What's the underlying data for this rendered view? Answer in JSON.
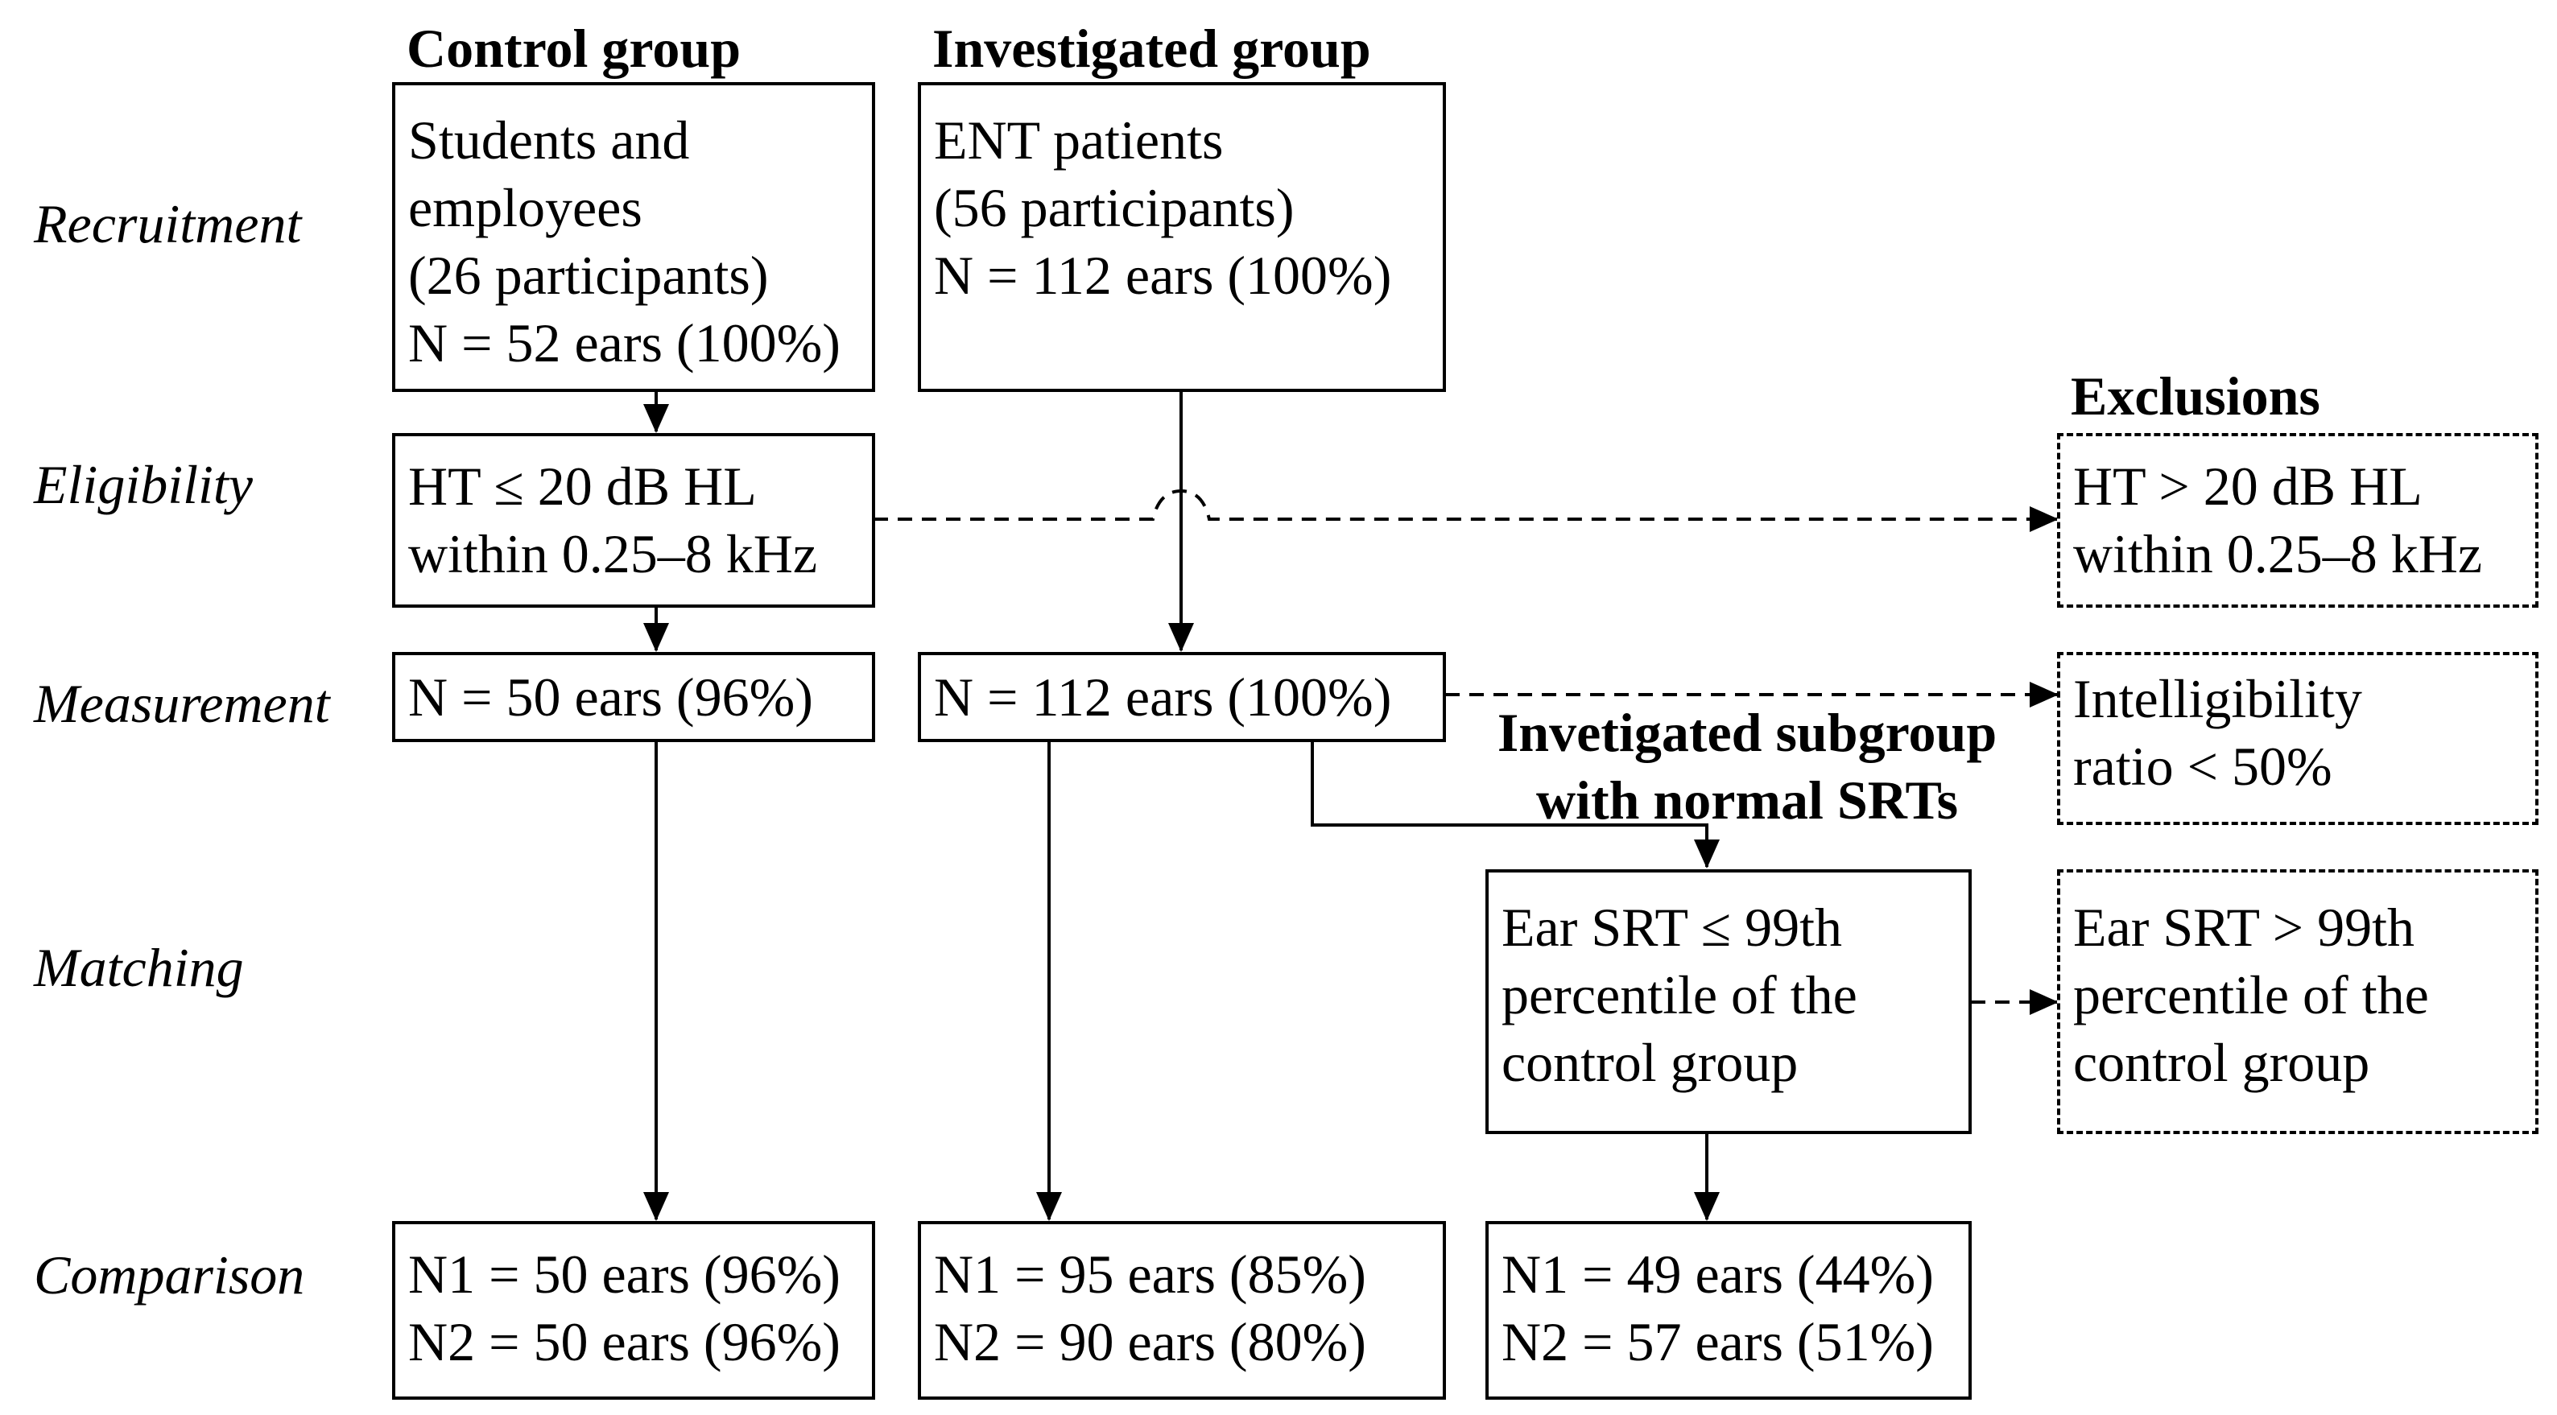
{
  "headers": {
    "control": "Control group",
    "investigated": "Investigated group",
    "exclusions": "Exclusions",
    "subgroup": [
      "Invetigated subgroup",
      "with normal SRTs"
    ]
  },
  "stages": {
    "recruitment": "Recruitment",
    "eligibility": "Eligibility",
    "measurement": "Measurement",
    "matching": "Matching",
    "comparison": "Comparison"
  },
  "boxes": {
    "control_recruitment": [
      "Students and",
      "employees",
      "(26 participants)",
      "N = 52 ears (100%)"
    ],
    "investigated_recruitment": [
      "ENT patients",
      "(56 participants)",
      "N = 112 ears (100%)"
    ],
    "control_eligibility": [
      "HT ≤ 20 dB HL",
      "within 0.25–8 kHz"
    ],
    "exclusion_eligibility": [
      "HT > 20 dB HL",
      "within 0.25–8 kHz"
    ],
    "control_measurement": [
      "N = 50 ears (96%)"
    ],
    "investigated_measurement": [
      "N = 112 ears (100%)"
    ],
    "exclusion_measurement": [
      "Intelligibility",
      "ratio < 50%"
    ],
    "subgroup_matching": [
      "Ear SRT ≤ 99th",
      "percentile of the",
      "control group"
    ],
    "exclusion_matching": [
      "Ear SRT > 99th",
      "percentile of the",
      "control group"
    ],
    "control_comparison": [
      "N1 = 50 ears (96%)",
      "N2 = 50 ears (96%)"
    ],
    "investigated_comparison": [
      "N1 = 95 ears (85%)",
      "N2 = 90 ears (80%)"
    ],
    "subgroup_comparison": [
      "N1 = 49 ears (44%)",
      "N2 = 57 ears (51%)"
    ]
  }
}
